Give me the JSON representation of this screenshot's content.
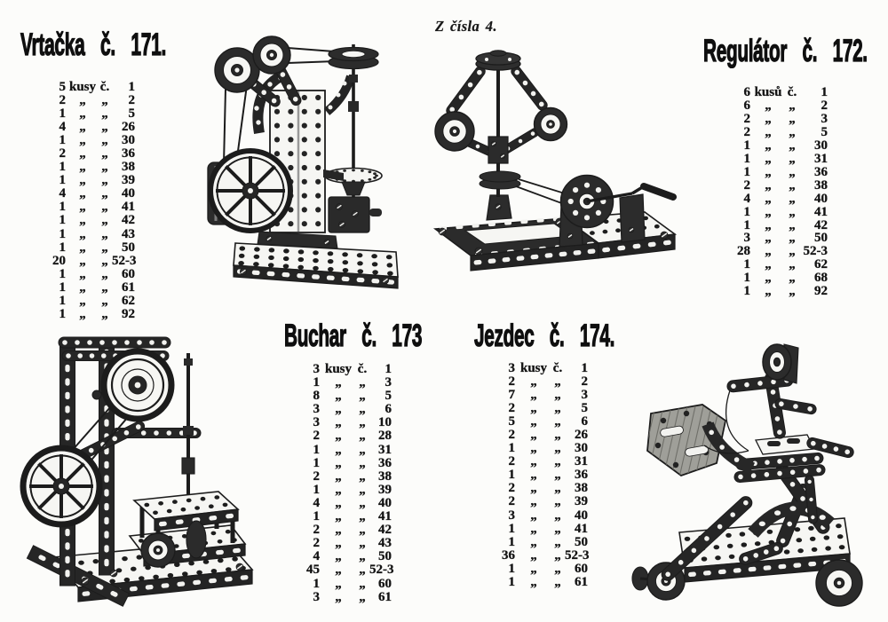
{
  "page": {
    "note": "Z čísla 4.",
    "ink_color": "#1c1c1c",
    "paper_color": "#fcfcfa"
  },
  "models": [
    {
      "id": "vrtacka",
      "title": "Vrtačka č. 171.",
      "illustration": "drill-press-model",
      "rows": [
        [
          "5",
          "kusy",
          "č.",
          "1"
        ],
        [
          "2",
          "„",
          "„",
          "2"
        ],
        [
          "1",
          "„",
          "„",
          "5"
        ],
        [
          "4",
          "„",
          "„",
          "26"
        ],
        [
          "1",
          "„",
          "„",
          "30"
        ],
        [
          "2",
          "„",
          "„",
          "36"
        ],
        [
          "1",
          "„",
          "„",
          "38"
        ],
        [
          "1",
          "„",
          "„",
          "39"
        ],
        [
          "4",
          "„",
          "„",
          "40"
        ],
        [
          "1",
          "„",
          "„",
          "41"
        ],
        [
          "1",
          "„",
          "„",
          "42"
        ],
        [
          "1",
          "„",
          "„",
          "43"
        ],
        [
          "1",
          "„",
          "„",
          "50"
        ],
        [
          "20",
          "„",
          "„",
          "52-3"
        ],
        [
          "1",
          "„",
          "„",
          "60"
        ],
        [
          "1",
          "„",
          "„",
          "61"
        ],
        [
          "1",
          "„",
          "„",
          "62"
        ],
        [
          "1",
          "„",
          "„",
          "92"
        ]
      ]
    },
    {
      "id": "regulator",
      "title": "Regulátor č. 172.",
      "illustration": "governor-model",
      "rows": [
        [
          "6",
          "kusů",
          "č.",
          "1"
        ],
        [
          "6",
          "„",
          "„",
          "2"
        ],
        [
          "2",
          "„",
          "„",
          "3"
        ],
        [
          "2",
          "„",
          "„",
          "5"
        ],
        [
          "1",
          "„",
          "„",
          "30"
        ],
        [
          "1",
          "„",
          "„",
          "31"
        ],
        [
          "1",
          "„",
          "„",
          "36"
        ],
        [
          "2",
          "„",
          "„",
          "38"
        ],
        [
          "4",
          "„",
          "„",
          "40"
        ],
        [
          "1",
          "„",
          "„",
          "41"
        ],
        [
          "1",
          "„",
          "„",
          "42"
        ],
        [
          "3",
          "„",
          "„",
          "50"
        ],
        [
          "28",
          "„",
          "„",
          "52-3"
        ],
        [
          "1",
          "„",
          "„",
          "62"
        ],
        [
          "1",
          "„",
          "„",
          "68"
        ],
        [
          "1",
          "„",
          "„",
          "92"
        ]
      ]
    },
    {
      "id": "buchar",
      "title": "Buchar č. 173",
      "illustration": "power-hammer-model",
      "rows": [
        [
          "3",
          "kusy",
          "č.",
          "1"
        ],
        [
          "1",
          "„",
          "„",
          "3"
        ],
        [
          "8",
          "„",
          "„",
          "5"
        ],
        [
          "3",
          "„",
          "„",
          "6"
        ],
        [
          "3",
          "„",
          "„",
          "10"
        ],
        [
          "2",
          "„",
          "„",
          "28"
        ],
        [
          "1",
          "„",
          "„",
          "31"
        ],
        [
          "1",
          "„",
          "„",
          "36"
        ],
        [
          "2",
          "„",
          "„",
          "38"
        ],
        [
          "1",
          "„",
          "„",
          "39"
        ],
        [
          "4",
          "„",
          "„",
          "40"
        ],
        [
          "1",
          "„",
          "„",
          "41"
        ],
        [
          "2",
          "„",
          "„",
          "42"
        ],
        [
          "2",
          "„",
          "„",
          "43"
        ],
        [
          "4",
          "„",
          "„",
          "50"
        ],
        [
          "45",
          "„",
          "„",
          "52-3"
        ],
        [
          "1",
          "„",
          "„",
          "60"
        ],
        [
          "3",
          "„",
          "„",
          "61"
        ]
      ]
    },
    {
      "id": "jezdec",
      "title": "Jezdec č. 174.",
      "illustration": "rider-model",
      "rows": [
        [
          "3",
          "kusy",
          "č.",
          "1"
        ],
        [
          "2",
          "„",
          "„",
          "2"
        ],
        [
          "7",
          "„",
          "„",
          "3"
        ],
        [
          "2",
          "„",
          "„",
          "5"
        ],
        [
          "5",
          "„",
          "„",
          "6"
        ],
        [
          "2",
          "„",
          "„",
          "26"
        ],
        [
          "1",
          "„",
          "„",
          "30"
        ],
        [
          "2",
          "„",
          "„",
          "31"
        ],
        [
          "1",
          "„",
          "„",
          "36"
        ],
        [
          "2",
          "„",
          "„",
          "38"
        ],
        [
          "2",
          "„",
          "„",
          "39"
        ],
        [
          "3",
          "„",
          "„",
          "40"
        ],
        [
          "1",
          "„",
          "„",
          "41"
        ],
        [
          "1",
          "„",
          "„",
          "50"
        ],
        [
          "36",
          "„",
          "„",
          "52-3"
        ],
        [
          "1",
          "„",
          "„",
          "60"
        ],
        [
          "1",
          "„",
          "„",
          "61"
        ]
      ]
    }
  ]
}
